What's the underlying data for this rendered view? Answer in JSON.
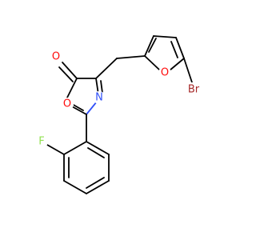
{
  "molecule": {
    "atoms": {
      "o_carbonyl": {
        "label": "O",
        "color": "#ff0d0d"
      },
      "o_ring_oxazole": {
        "label": "O",
        "color": "#ff0d0d"
      },
      "n_ring": {
        "label": "N",
        "color": "#3050f8"
      },
      "o_ring_furan": {
        "label": "O",
        "color": "#ff0d0d"
      },
      "br": {
        "label": "Br",
        "color": "#a62929"
      },
      "f": {
        "label": "F",
        "color": "#90e050"
      }
    }
  }
}
